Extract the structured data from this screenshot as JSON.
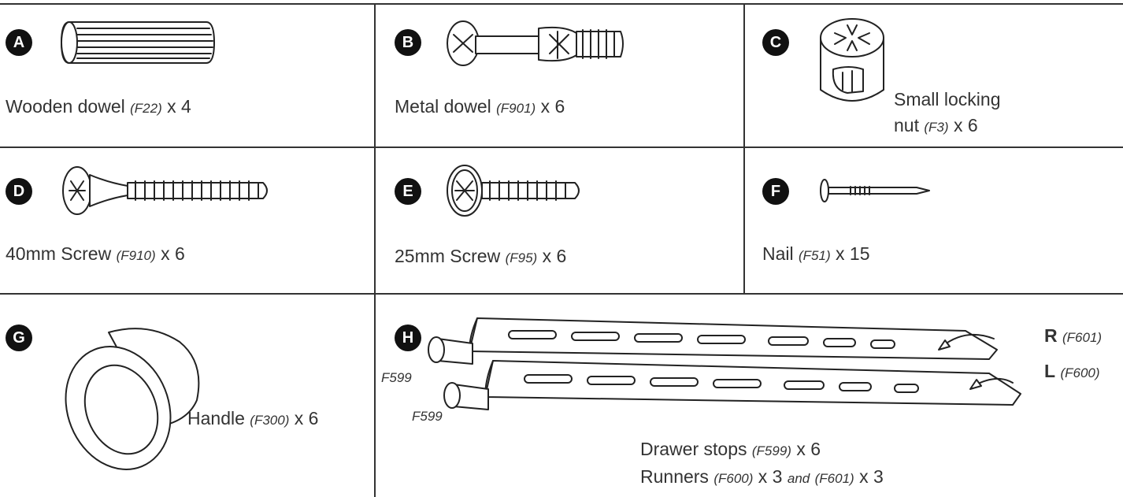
{
  "parts": [
    {
      "letter": "A",
      "name": "Wooden dowel",
      "code": "(F22)",
      "qty": "x 4",
      "icon": "wooden-dowel-icon"
    },
    {
      "letter": "B",
      "name": "Metal dowel",
      "code": "(F901)",
      "qty": "x 6",
      "icon": "metal-dowel-icon"
    },
    {
      "letter": "C",
      "name_line1": "Small locking",
      "name_line2": "nut",
      "code": "(F3)",
      "qty": "x 6",
      "icon": "locking-nut-icon"
    },
    {
      "letter": "D",
      "name": "40mm Screw",
      "code": "(F910)",
      "qty": "x 6",
      "icon": "long-screw-icon"
    },
    {
      "letter": "E",
      "name": "25mm Screw",
      "code": "(F95)",
      "qty": "x 6",
      "icon": "short-screw-icon"
    },
    {
      "letter": "F",
      "name": "Nail",
      "code": "(F51)",
      "qty": "x 15",
      "icon": "nail-icon"
    },
    {
      "letter": "G",
      "name": "Handle",
      "code": "(F300)",
      "qty": "x 6",
      "icon": "handle-knob-icon"
    },
    {
      "letter": "H",
      "line1_name": "Drawer stops",
      "line1_code": "(F599)",
      "line1_qty": "x 6",
      "line2_name": "Runners",
      "line2_code": "(F600)",
      "line2_qty": "x 3",
      "line2_and": "and",
      "line2_code2": "(F601)",
      "line2_qty2": "x 3",
      "callout_r_letter": "R",
      "callout_r_code": "(F601)",
      "callout_l_letter": "L",
      "callout_l_code": "(F600)",
      "stop_label_1": "F599",
      "stop_label_2": "F599",
      "icon": "drawer-runner-icon"
    }
  ]
}
